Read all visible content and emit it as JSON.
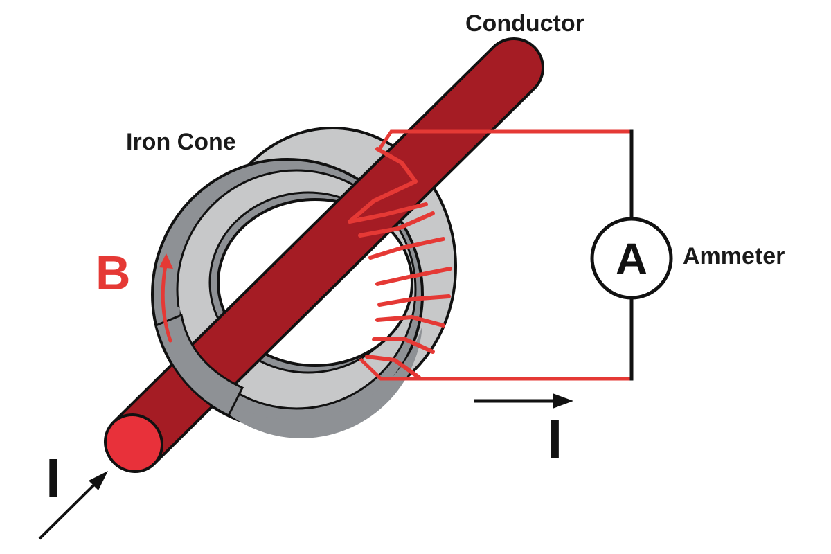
{
  "labels": {
    "conductor": "Conductor",
    "iron_cone": "Iron Cone",
    "ammeter": "Ammeter",
    "meter_symbol": "A",
    "field_symbol": "B",
    "current_in": "I",
    "current_out": "I"
  },
  "colors": {
    "conductor_fill": "#a51c24",
    "conductor_end": "#e8313a",
    "core_light": "#c7c8c9",
    "core_dark": "#8e9195",
    "winding": "#e53935",
    "field_label": "#e53935",
    "outline": "#111111"
  }
}
